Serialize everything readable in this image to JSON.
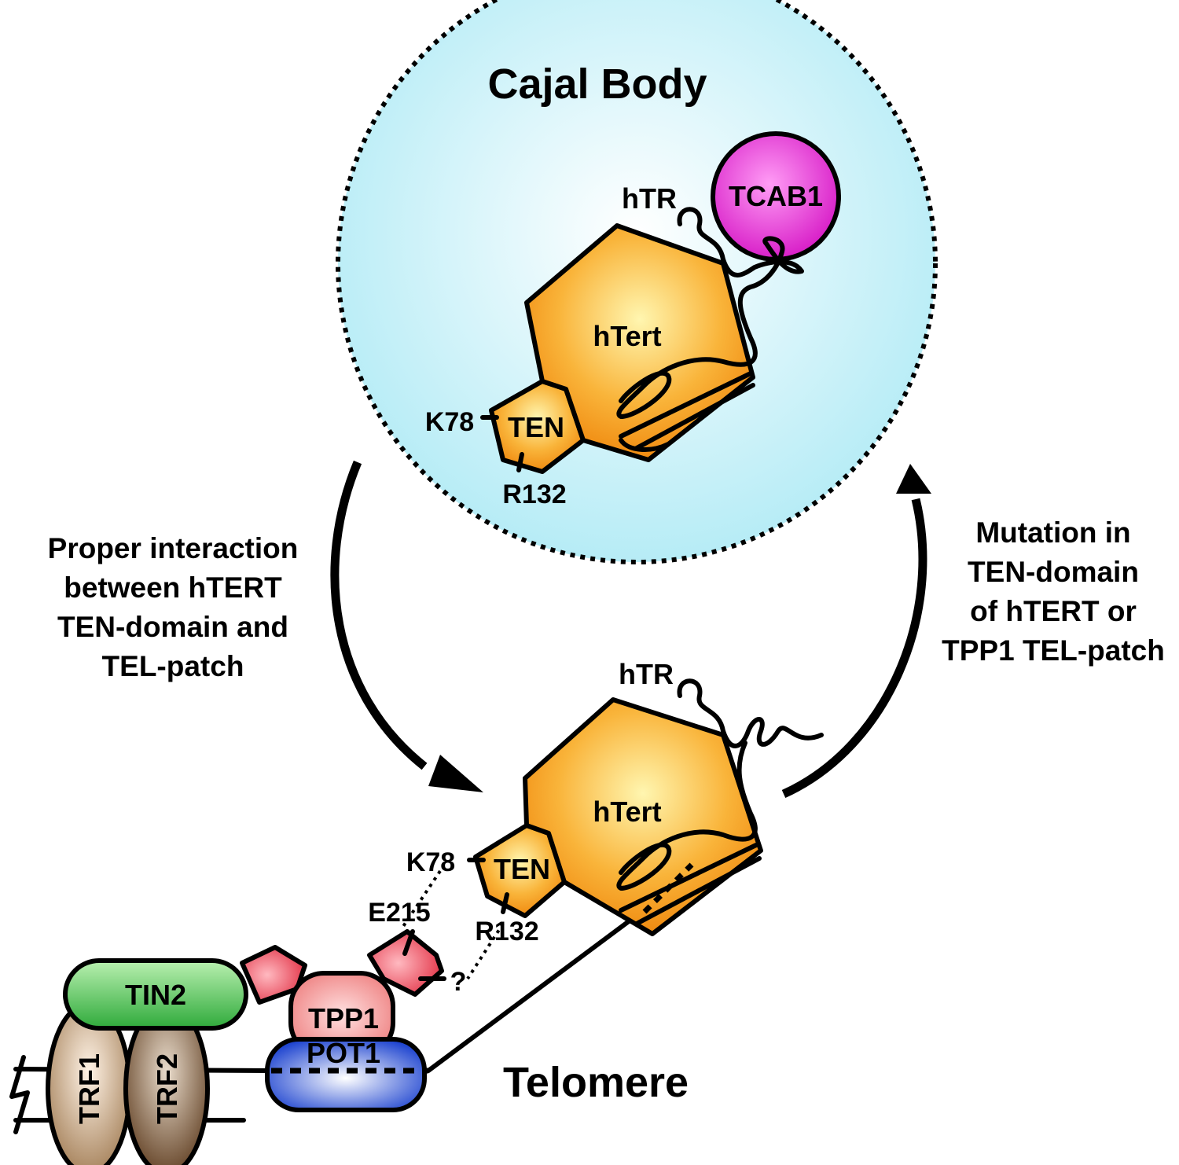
{
  "cajal_body": {
    "label": "Cajal Body"
  },
  "top_complex": {
    "rna_label": "hTR",
    "tcab1_label": "TCAB1",
    "tert_label": "hTert",
    "ten_label": "TEN",
    "residue_k78": "K78",
    "residue_r132": "R132"
  },
  "bottom_complex": {
    "rna_label": "hTR",
    "tert_label": "hTert",
    "ten_label": "TEN",
    "residue_k78": "K78",
    "residue_r132": "R132",
    "residue_e215": "E215",
    "unknown_mark": "?"
  },
  "left_caption": {
    "lines": [
      "Proper interaction",
      "between hTERT",
      "TEN-domain and",
      "TEL-patch"
    ]
  },
  "right_caption": {
    "lines": [
      "Mutation in",
      "TEN-domain",
      "of hTERT or",
      "TPP1 TEL-patch"
    ]
  },
  "shelterin": {
    "tin2": "TIN2",
    "tpp1": "TPP1",
    "pot1": "POT1",
    "trf1": "TRF1",
    "trf2": "TRF2"
  },
  "telomere_label": "Telomere",
  "colors": {
    "cajal": "#bdeff7",
    "tert": "#f5a31f",
    "tcab1": "#e23fd6",
    "tin2": "#3fb347",
    "tpp1": "#f08a8a",
    "tel_patch": "#ea4a5a",
    "pot1": "#2e55d6",
    "trf1": "#b39270",
    "trf2": "#7a5a3e"
  }
}
